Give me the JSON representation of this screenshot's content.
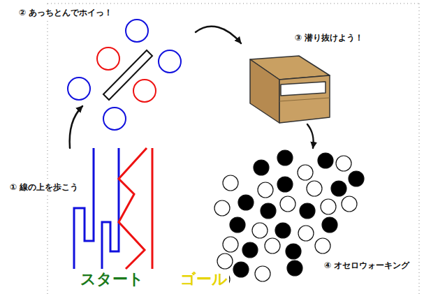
{
  "diagram": {
    "nodes": [
      {
        "text": [
          "① 線の上を歩こう"
        ]
      },
      {
        "text": [
          "② あっちとんでホイっ！"
        ]
      },
      {
        "text": [
          "③ 潜り抜けよう！"
        ]
      },
      {
        "text": [
          "④ オセロウォーキング"
        ]
      }
    ],
    "edges": [
      {
        "from": 0,
        "to": 1,
        "arrow": "to"
      },
      {
        "from": 1,
        "to": 2,
        "arrow": "to"
      },
      {
        "from": 2,
        "to": 3,
        "arrow": "to"
      }
    ],
    "labels": [
      "スタート",
      "ゴール"
    ]
  }
}
